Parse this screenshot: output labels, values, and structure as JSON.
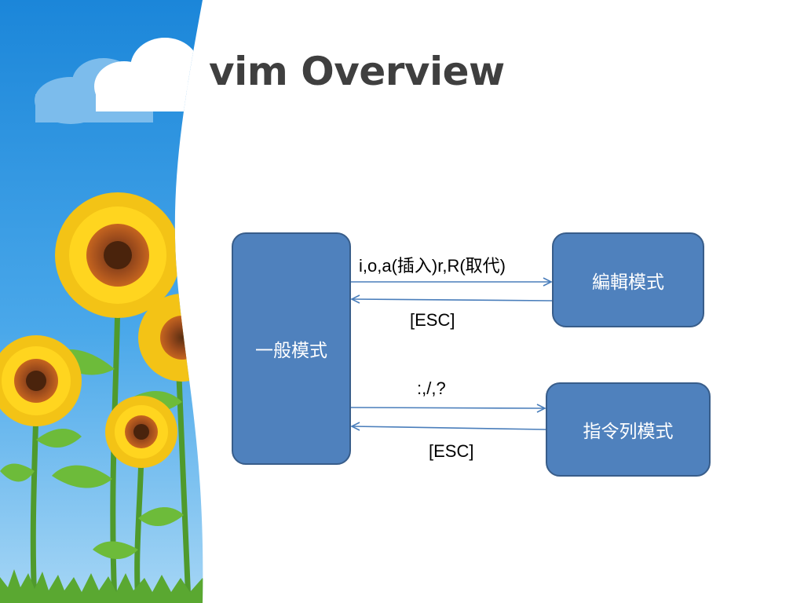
{
  "slide": {
    "title": "vim Overview"
  },
  "nodes": {
    "normal_mode": "一般模式",
    "insert_mode": "編輯模式",
    "command_line_mode": "指令列模式"
  },
  "edges": {
    "to_insert": "i,o,a(插入)r,R(取代)",
    "from_insert": "[ESC]",
    "to_command": ":,/,?",
    "from_command": "[ESC]"
  },
  "colors": {
    "node_fill": "#4f81bd",
    "node_border": "#385d8a",
    "arrow": "#4a7ebb",
    "title": "#3f3f3f"
  }
}
